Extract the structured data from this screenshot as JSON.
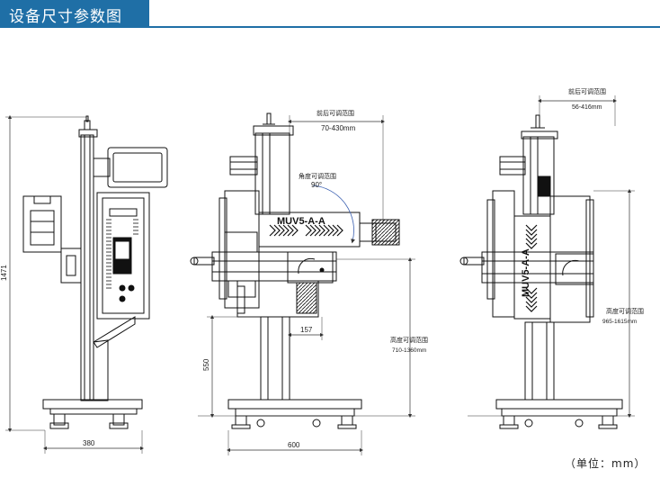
{
  "header": {
    "title": "设备尺寸参数图"
  },
  "left_view": {
    "height_label": "1471",
    "width_label": "380"
  },
  "middle_view": {
    "front_back_label": "前后可调范围",
    "front_back_range": "70-430mm",
    "angle_label": "角度可调范围",
    "angle_value": "90°",
    "model_label": "MUV5-A-A",
    "offset_label": "157",
    "column_height_label": "550",
    "height_range_label": "高度可调范围",
    "height_range_value": "710-1360mm",
    "base_width_label": "600"
  },
  "right_view": {
    "front_back_label": "前后可调范围",
    "front_back_range": "56-416mm",
    "model_label": "MUV5-A-A",
    "height_range_label": "高度可调范围",
    "height_range_value": "965-1615mm"
  },
  "unit_note": "（单位：mm）",
  "colors": {
    "header": "#1f6fa6",
    "line": "#111111",
    "dim": "#333333",
    "arc": "#3a5fb0"
  }
}
